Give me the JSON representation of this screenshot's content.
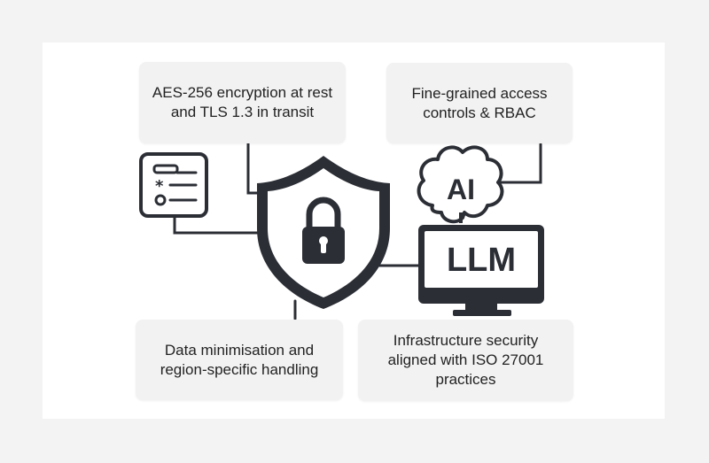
{
  "boxes": {
    "encryption": "AES-256 encryption at rest and TLS 1.3 in transit",
    "access": "Fine-grained access controls & RBAC",
    "data": "Data minimisation and region-specific handling",
    "infra": "Infrastructure security aligned with ISO 27001 practices"
  },
  "icons": {
    "ai_label": "AI",
    "monitor_label": "LLM",
    "names": [
      "form-icon",
      "shield-lock-icon",
      "brain-ai-icon",
      "monitor-llm-icon"
    ]
  },
  "colors": {
    "page_background": "#f3f3f3",
    "card_background": "#ffffff",
    "box_background": "#f2f2f2",
    "icon_dark": "#2b2e35",
    "text": "#222222"
  }
}
